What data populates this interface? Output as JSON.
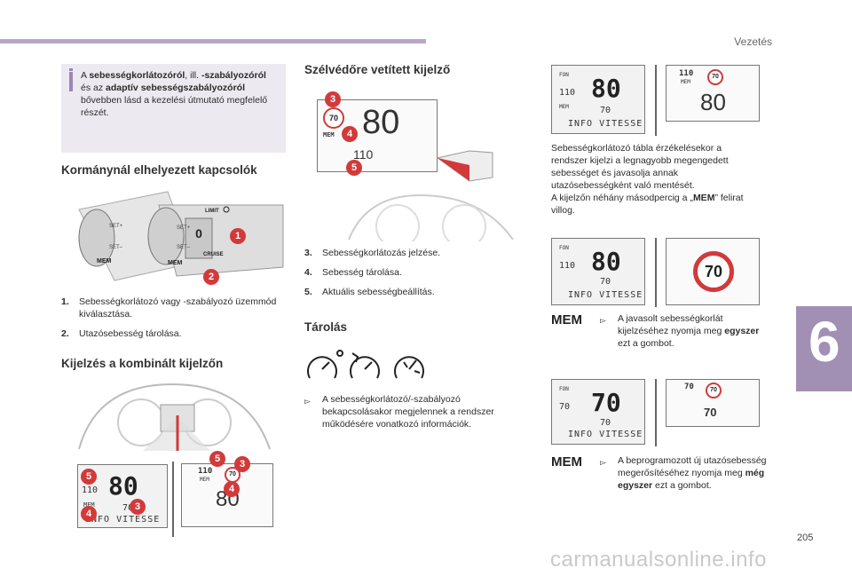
{
  "header": {
    "chapter": "Vezetés",
    "page_number": "205",
    "section_tab": "6"
  },
  "watermark": "carmanualsonline.info",
  "colors": {
    "accent": "#a18fb4",
    "marker": "#d23a3a"
  },
  "info_box": {
    "p1": "A ",
    "b1": "sebességkorlátozóról",
    "p2": ", ill. ",
    "b2": "-szabályozóról",
    "p3": " és az ",
    "b3": "adaptív sebességszabályozóról",
    "p4": " bővebben lásd a kezelési útmutató megfelelő részét."
  },
  "section_controls": {
    "title": "Kormánynál elhelyezett kapcsolók",
    "items": [
      {
        "num": "1.",
        "text": "Sebességkorlátozó vagy -szabályozó üzemmód kiválasztása."
      },
      {
        "num": "2.",
        "text": "Utazósebesség tárolása."
      }
    ],
    "labels": {
      "mem": "MEM",
      "set_plus": "SET+",
      "set_minus": "SET–",
      "limit": "LIMIT",
      "cruise": "CRUISE",
      "zero": "0"
    }
  },
  "section_combined": {
    "title": "Kijelzés a kombinált kijelzőn"
  },
  "section_hud": {
    "title": "Szélvédőre vetített kijelző",
    "items": [
      {
        "num": "3.",
        "text": "Sebességkorlátozás jelzése."
      },
      {
        "num": "4.",
        "text": "Sebesség tárolása."
      },
      {
        "num": "5.",
        "text": "Aktuális sebességbeállítás."
      }
    ]
  },
  "section_storage": {
    "title": "Tárolás",
    "bullet": "A sebességkorlátozó/-szabályozó bekapcsolásakor megjelennek a rendszer működésére vonatkozó információk."
  },
  "right_column": {
    "para_lines": [
      "Sebességkorlátozó tábla érzékelésekor a",
      "rendszer kijelzi a legnagyobb megengedett",
      "sebességet és javasolja annak",
      "utazósebességként való mentését.",
      "A kijelzőn néhány másodpercig a „"
    ],
    "para_mem": "MEM",
    "para_end": "” felirat villog.",
    "mem1_label": "MEM",
    "step1_a": "A javasolt sebességkorlát kijelzéséhez nyomja meg ",
    "step1_b": "egyszer",
    "step1_c": " ezt a gombot.",
    "mem2_label": "MEM",
    "step2_a": "A beprogramozott új utazósebesség megerősítéséhez nyomja meg ",
    "step2_b": "még egyszer",
    "step2_c": " ezt a gombot."
  },
  "displays": {
    "lcd_speed_big": "80",
    "lcd_speed_small": "110",
    "lcd_speed_small_b": "70",
    "lcd_info": "INFO VITESSE",
    "lcd_mem": "MEM",
    "hud_limit": "70",
    "hud_speed": "80",
    "hud_set": "110",
    "hud_mem": "MEM",
    "big_sign": "70",
    "panel3_speed": "70",
    "panel3_small": "70",
    "panel3_set": "70",
    "panel3_hud_speed": "70",
    "lcd_fon": "FON"
  },
  "markers": [
    "1",
    "2",
    "3",
    "4",
    "5"
  ]
}
